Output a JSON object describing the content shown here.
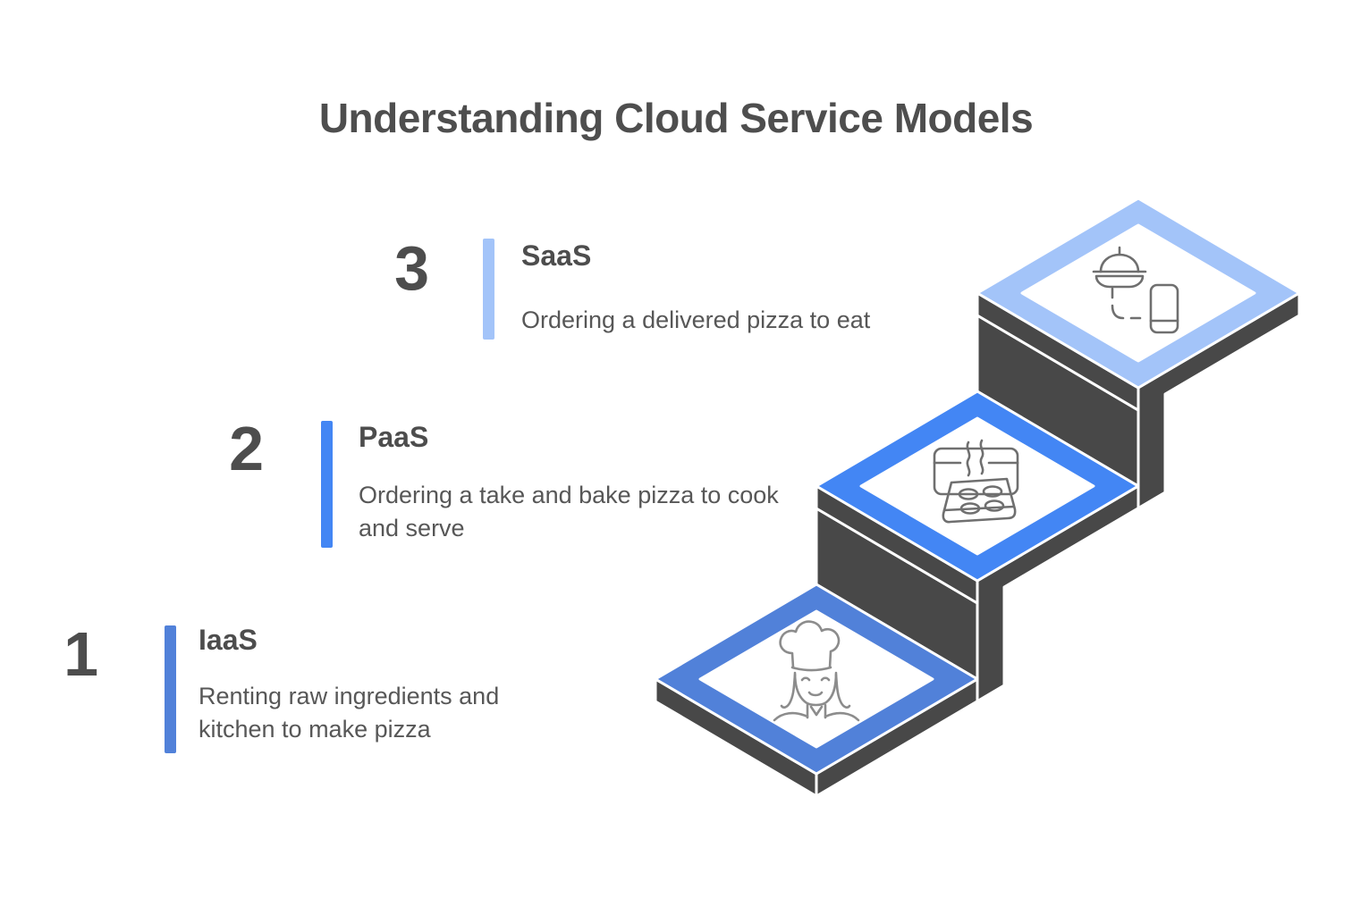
{
  "title": "Understanding Cloud Service Models",
  "steps": [
    {
      "number": "1",
      "name": "IaaS",
      "description": "Renting raw ingredients and kitchen to make pizza",
      "accent_color": "#5181d9",
      "icon": "chef-icon"
    },
    {
      "number": "2",
      "name": "PaaS",
      "description": "Ordering a take and bake pizza to cook and serve",
      "accent_color": "#4386f4",
      "icon": "oven-tray-icon"
    },
    {
      "number": "3",
      "name": "SaaS",
      "description": "Ordering a delivered pizza to eat",
      "accent_color": "#a3c4f9",
      "icon": "cloche-phone-icon"
    }
  ],
  "colors": {
    "title_text": "#4e4e4e",
    "heading_text": "#4d4d4d",
    "body_text": "#575757",
    "stair_side": "#484848",
    "icon_stroke_dark": "#6f6f6f",
    "icon_stroke_light": "#8c8c8c",
    "background": "#ffffff"
  }
}
